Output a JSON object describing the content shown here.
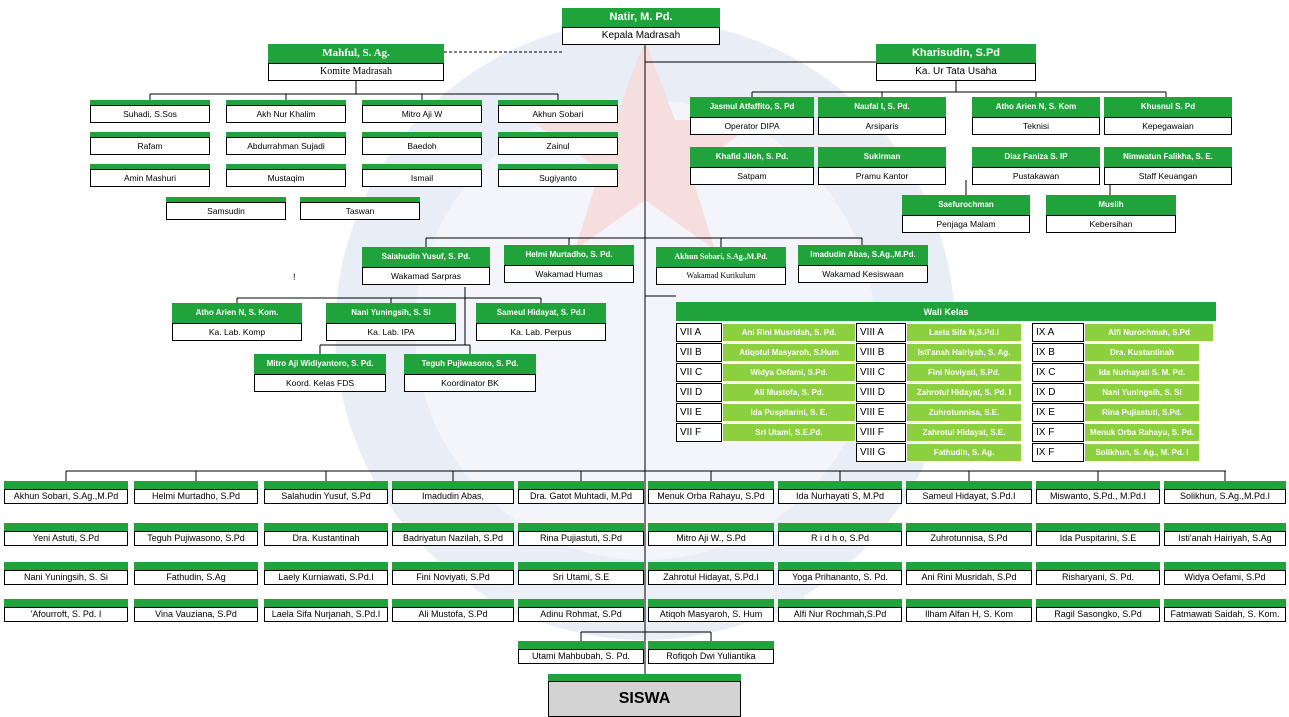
{
  "colors": {
    "header_green": "#1fa33a",
    "cell_green": "#8ccf3f",
    "body_white": "#ffffff",
    "siswa_gray": "#d3d3d3"
  },
  "head": {
    "name": "Natir, M. Pd.",
    "role": "Kepala Madrasah"
  },
  "komite": {
    "name": "Mahful, S. Ag.",
    "role": "Komite Madrasah"
  },
  "komite_members": [
    [
      "Suhadi, S.Sos",
      "Akh Nur Khalim",
      "Mitro Aji W",
      "Akhun Sobari"
    ],
    [
      "Rafam",
      "Abdurrahman Sujadi",
      "Baedoh",
      "Zainul"
    ],
    [
      "Amin Mashuri",
      "Mustaqim",
      "Ismail",
      "Sugiyanto"
    ],
    [
      "Samsudin",
      "Taswan"
    ]
  ],
  "tu": {
    "name": "Kharisudin, S.Pd",
    "role": "Ka. Ur Tata Usaha"
  },
  "tu_staff": [
    {
      "name": "Jasmul Atfaffito, S. Pd",
      "role": "Operator DIPA"
    },
    {
      "name": "Naufal I, S. Pd.",
      "role": "Arsiparis"
    },
    {
      "name": "Atho Arien N, S. Kom",
      "role": "Teknisi"
    },
    {
      "name": "Khusnul S. Pd",
      "role": "Kepegawaian"
    },
    {
      "name": "Khafid Jiloh, S. Pd.",
      "role": "Satpam"
    },
    {
      "name": "Sukirman",
      "role": "Pramu Kantor"
    },
    {
      "name": "Diaz Faniza S. IP",
      "role": "Pustakawan"
    },
    {
      "name": "Nimwatun Falikha, S. E.",
      "role": "Staff Keuangan"
    },
    {
      "name": "Saefurochman",
      "role": "Penjaga Malam"
    },
    {
      "name": "Muslih",
      "role": "Kebersihan"
    }
  ],
  "wakamad": [
    {
      "name": "Salahudin Yusuf, S. Pd.",
      "role": "Wakamad Sarpras"
    },
    {
      "name": "Helmi Murtadho, S. Pd.",
      "role": "Wakamad Humas"
    },
    {
      "name": "Akhun Sobari, S.Ag.,M.Pd.",
      "role": "Wakamad Kurikulum"
    },
    {
      "name": "Imadudin Abas, S.Ag.,M.Pd.",
      "role": "Wakamad Kesiswaan"
    }
  ],
  "units": [
    {
      "name": "Atho Arien N, S. Kom.",
      "role": "Ka. Lab. Komp"
    },
    {
      "name": "Nani Yuningsih, S. Si",
      "role": "Ka. Lab. IPA"
    },
    {
      "name": "Sameul Hidayat, S. Pd.I",
      "role": "Ka. Lab. Perpus"
    },
    {
      "name": "Mitro Aji Widiyantoro, S. Pd.",
      "role": "Koord. Kelas FDS"
    },
    {
      "name": "Teguh Pujiwasono, S. Pd.",
      "role": "Koordinator BK"
    }
  ],
  "wali_kelas": {
    "title": "Wali Kelas",
    "col7": [
      {
        "kelas": "VII A",
        "name": "Ani Rini Musridah, S. Pd."
      },
      {
        "kelas": "VII B",
        "name": "Atiqotul Masyaroh, S.Hum"
      },
      {
        "kelas": "VII C",
        "name": "Widya Oefami, S.Pd."
      },
      {
        "kelas": "VII D",
        "name": "Ali Mustofa, S. Pd."
      },
      {
        "kelas": "VII E",
        "name": "Ida Puspitarini, S. E."
      },
      {
        "kelas": "VII F",
        "name": "Sri Utami, S.E.Pd."
      }
    ],
    "col8": [
      {
        "kelas": "VIII A",
        "name": "Laela Sifa N,S.Pd.I"
      },
      {
        "kelas": "VIII B",
        "name": "Istī'anah Hairiyah, S. Ag."
      },
      {
        "kelas": "VIII C",
        "name": "Fini Noviyati, S.Pd."
      },
      {
        "kelas": "VIII D",
        "name": "Zahrotul Hidayat, S. Pd. I"
      },
      {
        "kelas": "VIII E",
        "name": "Zuhrotunnisa, S.E."
      },
      {
        "kelas": "VIII F",
        "name": "Zahrotul Hidayat, S.E."
      },
      {
        "kelas": "VIII G",
        "name": "Fathudin, S. Ag."
      }
    ],
    "col9": [
      {
        "kelas": "IX A",
        "name": "Alfi Nurochmah, S.Pd"
      },
      {
        "kelas": "IX B",
        "name": "Dra. Kustantinah"
      },
      {
        "kelas": "IX C",
        "name": "Ida Nurhayati S. M. Pd."
      },
      {
        "kelas": "IX D",
        "name": "Nani Yuningsih, S. Si"
      },
      {
        "kelas": "IX E",
        "name": "Rina Pujiastuti, S.Pd."
      },
      {
        "kelas": "IX F",
        "name": "Menuk Orba Rahayu, S. Pd."
      },
      {
        "kelas": "IX F",
        "name": "Solikhun, S. Ag., M. Pd. I"
      }
    ]
  },
  "teachers": [
    [
      "Akhun Sobari, S.Ag.,M.Pd",
      "Helmi Murtadho, S.Pd",
      "Salahudin Yusuf, S.Pd",
      "Imadudin Abas,",
      "Dra. Gatot Muhtadi, M.Pd",
      "Menuk Orba Rahayu, S.Pd",
      "Ida Nurhayati S, M.Pd",
      "Sameul Hidayat, S.Pd.I",
      "Miswanto, S.Pd., M.Pd.I",
      "Solikhun, S.Ag.,M.Pd.I"
    ],
    [
      "Yeni Astuti, S.Pd",
      "Teguh Pujiwasono, S.Pd",
      "Dra. Kustantinah",
      "Badriyatun Nazilah, S.Pd",
      "Rina Pujiastuti, S.Pd",
      "Mitro Aji W., S.Pd",
      "R i d h o, S.Pd",
      "Zuhrotunnisa, S.Pd",
      "Ida Puspitarini, S.E",
      "Isti'anah Hairiyah, S.Ag"
    ],
    [
      "Nani Yuningsih, S. Si",
      "Fathudin, S.Ag",
      "Laely Kurniawati, S.Pd.I",
      "Fini Noviyati, S.Pd",
      "Sri Utami, S.E",
      "Zahrotul Hidayat, S.Pd.I",
      "Yoga Prihananto, S. Pd.",
      "Ani Rini Musridah, S.Pd",
      "Risharyani, S. Pd.",
      "Widya Oefami, S.Pd"
    ],
    [
      "'Afourroft, S. Pd. I",
      "Vina Vauziana, S.Pd",
      "Laela Sifa Nurjanah, S.Pd.I",
      "Ali Mustofa, S.Pd",
      "Adinu Rohmat, S.Pd",
      "Atiqoh Masyaroh, S. Hum",
      "Alfi Nur Rochmah,S.Pd",
      "Ilham Alfan H, S. Kom",
      "Ragil Sasongko, S.Pd",
      "Fatmawati Saidah, S. Kom."
    ],
    [
      "Utami Mahbubah, S. Pd.",
      "Rofiqoh Dwi Yuliantika"
    ]
  ],
  "siswa": "SISWA",
  "stray_mark": "!"
}
